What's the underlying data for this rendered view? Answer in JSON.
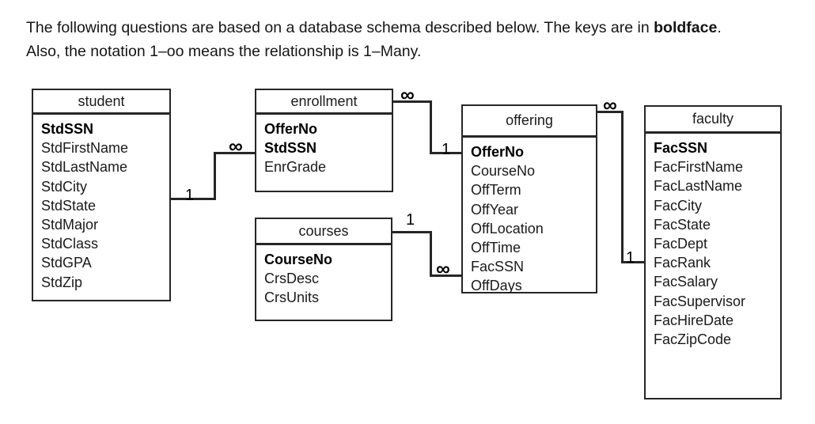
{
  "intro": {
    "line1_before": "The following questions are based on a database schema described below. The keys are in ",
    "line1_bold": "boldface",
    "line1_after": ".",
    "line2": "Also, the notation 1–oo means the relationship is 1–Many."
  },
  "entities": [
    {
      "id": "student",
      "title": "student",
      "attributes": [
        {
          "name": "StdSSN",
          "key": true
        },
        {
          "name": "StdFirstName",
          "key": false
        },
        {
          "name": "StdLastName",
          "key": false
        },
        {
          "name": "StdCity",
          "key": false
        },
        {
          "name": "StdState",
          "key": false
        },
        {
          "name": "StdMajor",
          "key": false
        },
        {
          "name": "StdClass",
          "key": false
        },
        {
          "name": "StdGPA",
          "key": false
        },
        {
          "name": "StdZip",
          "key": false
        }
      ]
    },
    {
      "id": "enrollment",
      "title": "enrollment",
      "attributes": [
        {
          "name": "OfferNo",
          "key": true
        },
        {
          "name": "StdSSN",
          "key": true
        },
        {
          "name": "EnrGrade",
          "key": false
        }
      ]
    },
    {
      "id": "courses",
      "title": "courses",
      "attributes": [
        {
          "name": "CourseNo",
          "key": true
        },
        {
          "name": "CrsDesc",
          "key": false
        },
        {
          "name": "CrsUnits",
          "key": false
        }
      ]
    },
    {
      "id": "offering",
      "title": "offering",
      "attributes": [
        {
          "name": "OfferNo",
          "key": true
        },
        {
          "name": "CourseNo",
          "key": false
        },
        {
          "name": "OffTerm",
          "key": false
        },
        {
          "name": "OffYear",
          "key": false
        },
        {
          "name": "OffLocation",
          "key": false
        },
        {
          "name": "OffTime",
          "key": false
        },
        {
          "name": "FacSSN",
          "key": false
        },
        {
          "name": "OffDays",
          "key": false
        }
      ]
    },
    {
      "id": "faculty",
      "title": "faculty",
      "attributes": [
        {
          "name": "FacSSN",
          "key": true
        },
        {
          "name": "FacFirstName",
          "key": false
        },
        {
          "name": "FacLastName",
          "key": false
        },
        {
          "name": "FacCity",
          "key": false
        },
        {
          "name": "FacState",
          "key": false
        },
        {
          "name": "FacDept",
          "key": false
        },
        {
          "name": "FacRank",
          "key": false
        },
        {
          "name": "FacSalary",
          "key": false
        },
        {
          "name": "FacSupervisor",
          "key": false
        },
        {
          "name": "FacHireDate",
          "key": false
        },
        {
          "name": "FacZipCode",
          "key": false
        }
      ]
    }
  ],
  "relationships": [
    {
      "id": "student-enrollment",
      "from": "student",
      "to": "enrollment",
      "from_cardinality": "1",
      "to_cardinality": "∞"
    },
    {
      "id": "enrollment-offering",
      "from": "enrollment",
      "to": "offering",
      "from_cardinality": "∞",
      "to_cardinality": "1"
    },
    {
      "id": "courses-offering",
      "from": "courses",
      "to": "offering",
      "from_cardinality": "1",
      "to_cardinality": "∞"
    },
    {
      "id": "offering-faculty",
      "from": "offering",
      "to": "faculty",
      "from_cardinality": "∞",
      "to_cardinality": "1"
    }
  ],
  "colors": {
    "line": "#262626",
    "text": "#1a1a1a",
    "background": "#ffffff"
  }
}
